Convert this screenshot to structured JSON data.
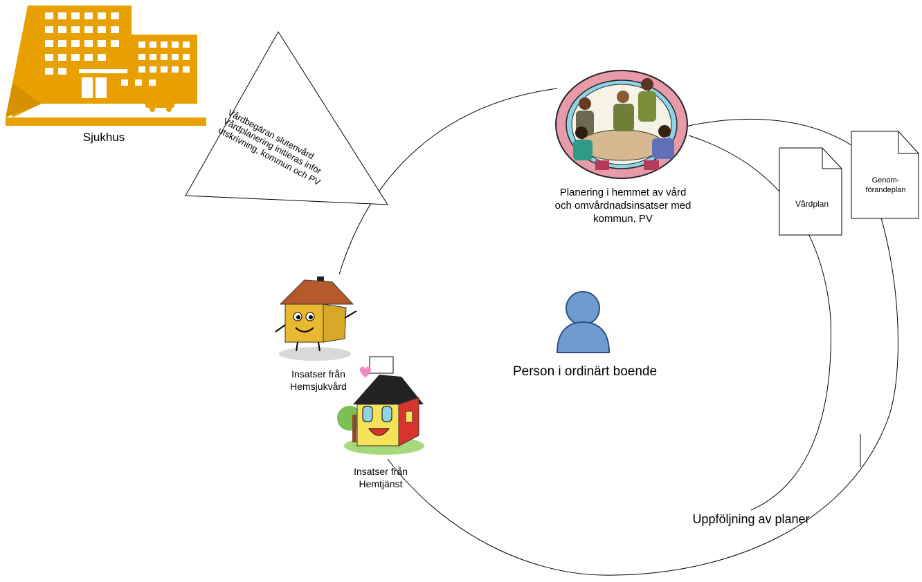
{
  "labels": {
    "sjukhus": "Sjukhus",
    "planering": "Planering i hemmet av vård och omvårdnadsinsatser med kommun, PV",
    "person": "Person i ordinärt boende",
    "uppfoljning": "Uppföljning av planer",
    "hemsjukvard": "Insatser från Hemsjukvård",
    "hemtjanst": "Insatser från Hemtjänst",
    "vardplan": "Vårdplan",
    "genomforandeplan": "Genom-förandeplan",
    "triangle": "Vårdbegäran slutenvård Vårdplanering initieras inför utskrivning, kommun och PV"
  },
  "icons": [
    "hospital-icon",
    "meeting-icon",
    "person-icon",
    "house-icon",
    "cottage-icon",
    "document-icon"
  ],
  "colors": {
    "hospital": "#E8A000",
    "person": "#6F9BD1",
    "house_roof": "#B55A2A",
    "house_wall": "#E8B830",
    "cottage_wall": "#F6E15A",
    "cottage_side": "#D8342C",
    "frame": "#E79BA8"
  }
}
